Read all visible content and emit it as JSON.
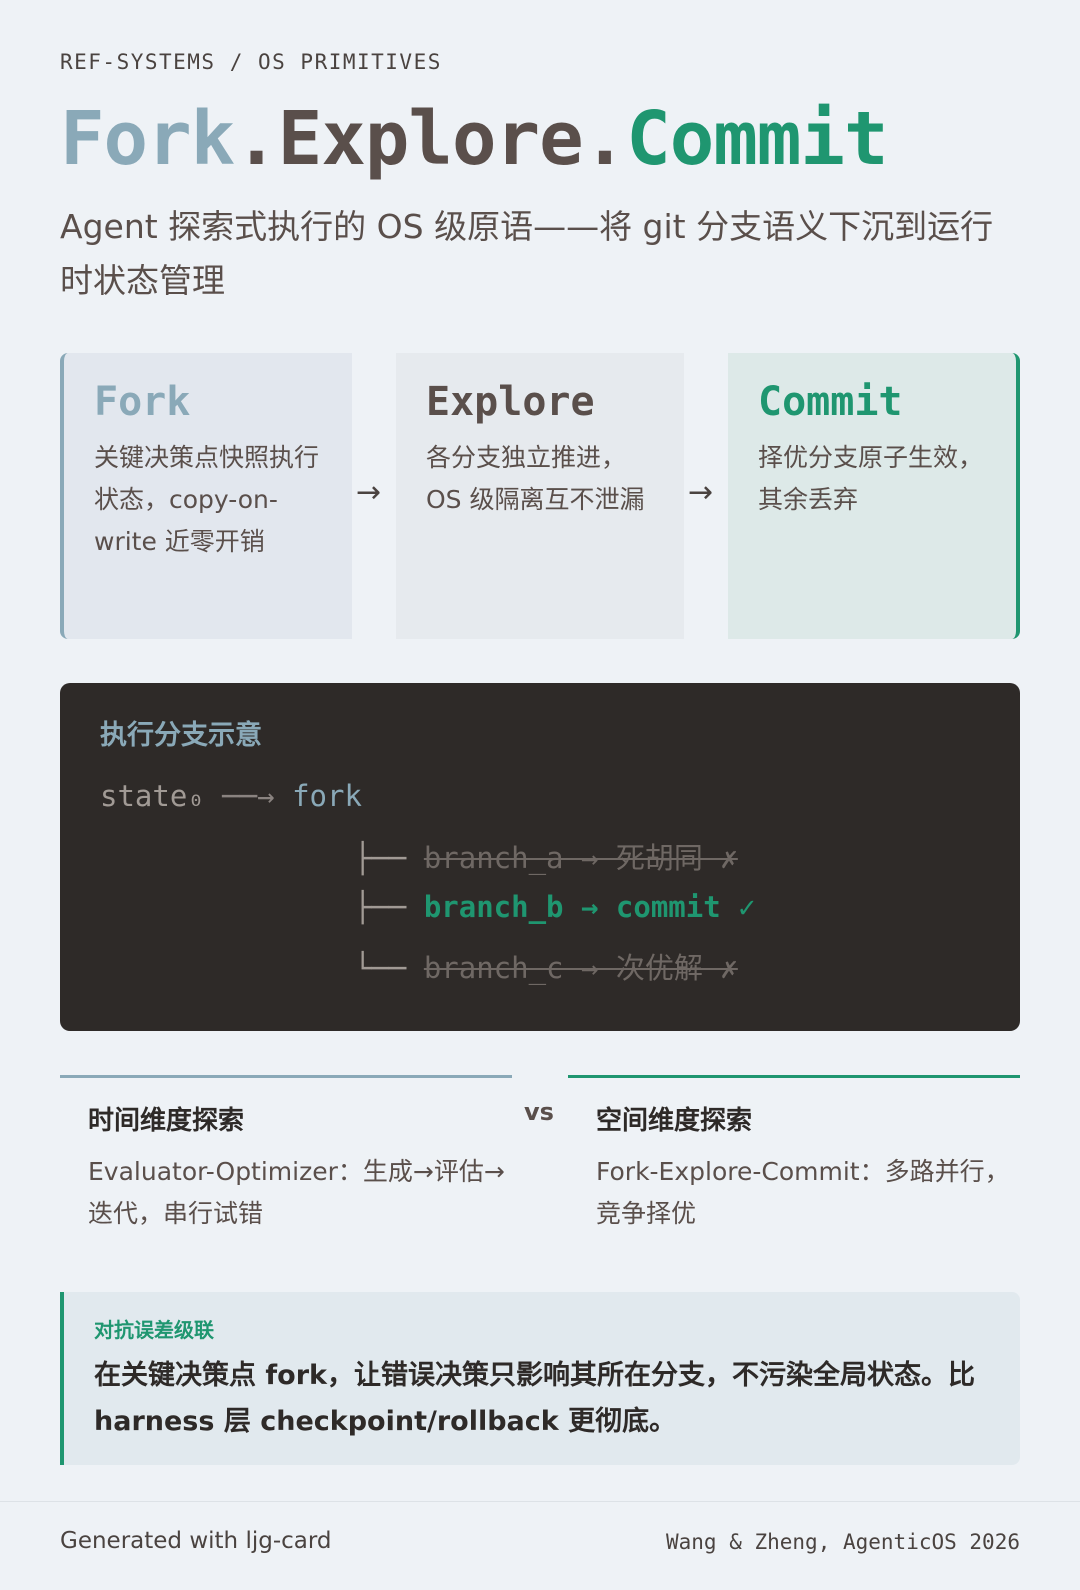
{
  "breadcrumb": "REF-SYSTEMS / OS PRIMITIVES",
  "title": {
    "part1": "Fork",
    "dot1": ".",
    "part2": "Explore",
    "dot2": ".",
    "part3": "Commit"
  },
  "subtitle": "Agent 探索式执行的 OS 级原语——将 git 分支语义下沉到运行时状态管理",
  "cards": [
    {
      "title": "Fork",
      "text": "关键决策点快照执行状态，copy-on-write 近零开销"
    },
    {
      "title": "Explore",
      "text": "各分支独立推进，OS 级隔离互不泄漏"
    },
    {
      "title": "Commit",
      "text": "择优分支原子生效，其余丢弃"
    }
  ],
  "arrow": "→",
  "diagram": {
    "title": "执行分支示意",
    "root": "state₀",
    "root_arrow": "──→",
    "fork": "fork",
    "branches": [
      {
        "prefix": "├── ",
        "text": "branch_a → 死胡同 ✗",
        "status": "discarded"
      },
      {
        "prefix": "├── ",
        "text": "branch_b → commit ✓",
        "status": "committed"
      },
      {
        "prefix": "└── ",
        "text": "branch_c → 次优解 ✗",
        "status": "discarded"
      }
    ]
  },
  "compare": {
    "left": {
      "title": "时间维度探索",
      "text": "Evaluator-Optimizer：生成→评估→迭代，串行试错"
    },
    "vs": "vs",
    "right": {
      "title": "空间维度探索",
      "text": "Fork-Explore-Commit：多路并行，竞争择优"
    }
  },
  "callout": {
    "label": "对抗误差级联",
    "text": "在关键决策点 fork，让错误决策只影响其所在分支，不污染全局状态。比 harness 层 checkpoint/rollback 更彻底。"
  },
  "footer": {
    "left": "Generated with ljg-card",
    "right": "Wang & Zheng, AgenticOS 2026"
  },
  "colors": {
    "bg": "#eef2f6",
    "blue": "#8aa9b8",
    "green": "#1f9670",
    "brown": "#5a4f4b",
    "panel": "#2e2a28"
  }
}
